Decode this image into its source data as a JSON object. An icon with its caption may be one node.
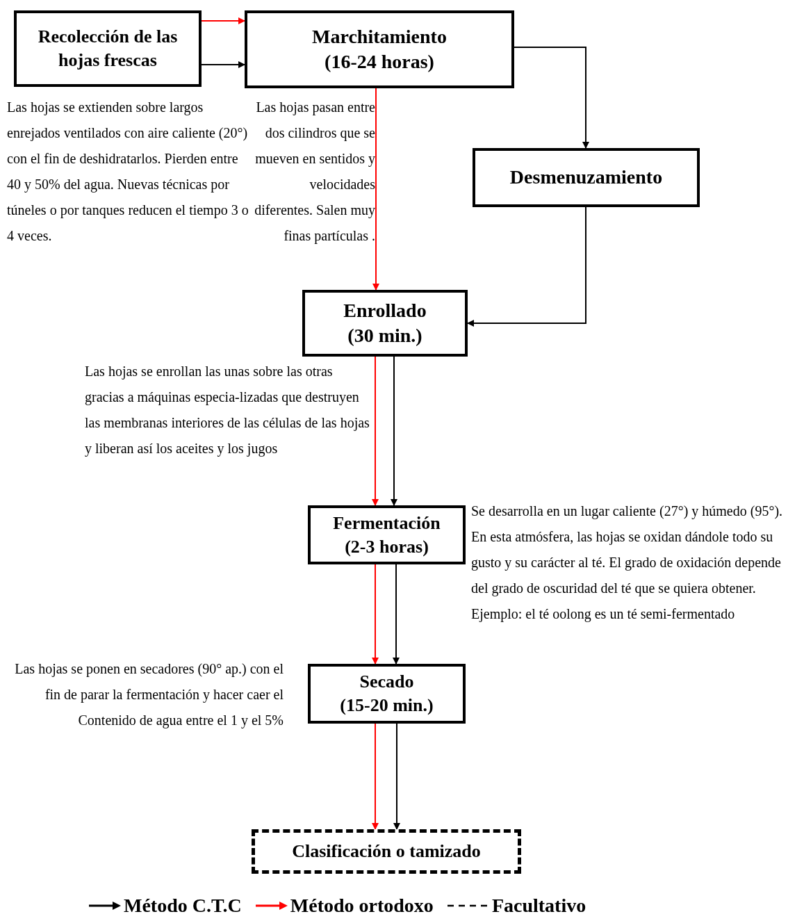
{
  "diagram": {
    "nodes": [
      {
        "text": [
          "Recolección de las hojas frescas"
        ]
      },
      {
        "text": [
          "Marchitamiento",
          "(16-24 horas)"
        ]
      },
      {
        "text": [
          "Desmenuzamiento"
        ]
      },
      {
        "text": [
          "Enrollado",
          "(30 min.)"
        ]
      },
      {
        "text": [
          "Fermentación",
          "(2-3 horas)"
        ]
      },
      {
        "text": [
          "Secado",
          "(15-20 min.)"
        ]
      },
      {
        "text": [
          "Clasificación o tamizado"
        ]
      }
    ],
    "edges": [
      {
        "from": 0,
        "to": 1,
        "arrow": "to",
        "color": "#ff0000"
      },
      {
        "from": 0,
        "to": 1,
        "arrow": "to"
      },
      {
        "from": 1,
        "to": 2,
        "arrow": "to"
      },
      {
        "from": 1,
        "to": 3,
        "arrow": "to",
        "color": "#ff0000"
      },
      {
        "from": 2,
        "to": 3,
        "arrow": "to"
      },
      {
        "from": 3,
        "to": 4,
        "arrow": "to",
        "color": "#ff0000"
      },
      {
        "from": 3,
        "to": 4,
        "arrow": "to"
      },
      {
        "from": 4,
        "to": 5,
        "arrow": "to",
        "color": "#ff0000"
      },
      {
        "from": 4,
        "to": 5,
        "arrow": "to"
      },
      {
        "from": 5,
        "to": 6,
        "arrow": "to",
        "color": "#ff0000"
      },
      {
        "from": 5,
        "to": 6,
        "arrow": "to"
      }
    ],
    "labels": [
      "Las hojas se extienden sobre largos enrejados ventilados con aire caliente (20°) con el fin de deshidratarlos. Pierden entre 40 y 50% del agua. Nuevas técnicas por túneles o por tanques reducen el tiempo 3 o 4 veces.",
      "Las hojas pasan entre dos cilindros que se mueven en sentidos y velocidades diferentes. Salen muy finas partículas .",
      "Las hojas se enrollan las unas sobre las otras gracias a máquinas especia-lizadas que destruyen las membranas interiores de las células de las hojas y liberan así los aceites y los jugos",
      "Se desarrolla en un lugar caliente (27°) y húmedo (95°). En esta atmósfera, las hojas se oxidan dándole todo su gusto y su carácter al té. El grado de oxidación depende del grado de oscuridad del té que se quiera obtener. Ejemplo: el té oolong es un té semi-fermentado",
      "Las hojas se ponen en secadores (90° ap.) con el fin de parar la fermentación y hacer caer el Contenido de agua entre el 1 y el 5%"
    ],
    "legend": [
      {
        "text": "Método C.T.C"
      },
      {
        "text": "Método ortodoxo"
      },
      {
        "text": "Facultativo"
      }
    ]
  }
}
